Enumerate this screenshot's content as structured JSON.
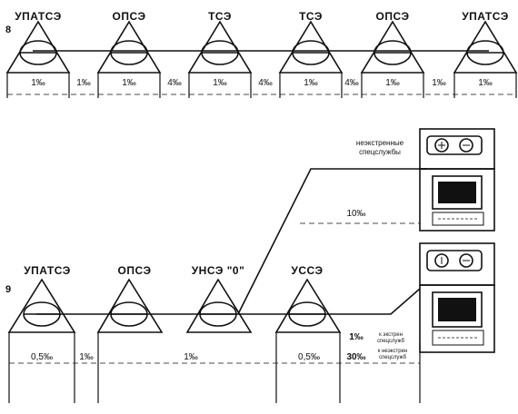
{
  "diagram8": {
    "number": "8",
    "nodes": [
      "УПАТСЭ",
      "ОПСЭ",
      "ТСЭ",
      "ТСЭ",
      "ОПСЭ",
      "УПАТСЭ"
    ],
    "node_values": [
      "1‰",
      "1‰",
      "1‰",
      "1‰",
      "1‰",
      "1‰"
    ],
    "link_values": [
      "1‰",
      "4‰",
      "4‰",
      "4‰",
      "1‰"
    ]
  },
  "diagram9": {
    "number": "9",
    "nodes": [
      "УПАТСЭ",
      "ОПСЭ",
      "УНСЭ \"0\"",
      "УССЭ"
    ],
    "node_values": [
      "0,5‰",
      "1‰",
      "0,5‰"
    ],
    "link_value": "1‰",
    "service_top_label_line1": "неэкстренные",
    "service_top_label_line2": "спецслужбы",
    "service_top_value": "10‰",
    "service_bottom_value_1": "1‰",
    "service_bottom_note_1_line1": "к экстрен",
    "service_bottom_note_1_line2": "спецслужб",
    "service_bottom_value_2": "30‰",
    "service_bottom_note_2_line1": "к неэкстрен",
    "service_bottom_note_2_line2": "спецслужб"
  }
}
